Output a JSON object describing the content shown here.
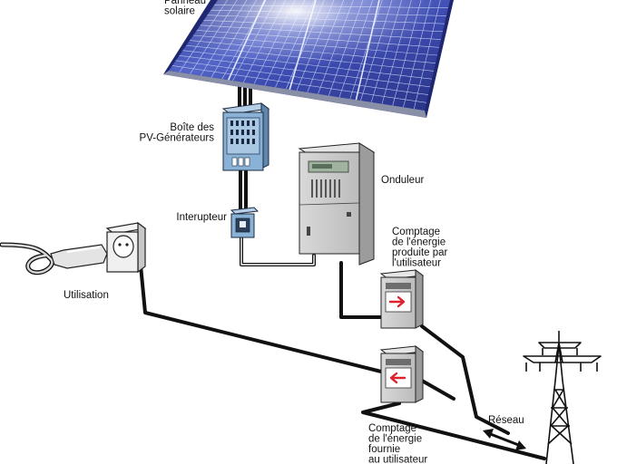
{
  "labels": {
    "solar_panel": [
      "Panneau",
      "solaire"
    ],
    "pv_box": [
      "Boîte des",
      "PV-Générateurs"
    ],
    "switch": [
      "Interupteur"
    ],
    "inverter": [
      "Onduleur"
    ],
    "meter_produced": [
      "Comptage",
      "de l'énergie",
      "produite par",
      "l'utilisateur"
    ],
    "usage": [
      "Utilisation"
    ],
    "meter_supplied": [
      "Comptage",
      "de l'énergie",
      "fournie",
      "au utilisateur"
    ],
    "grid": [
      "Réseau"
    ]
  },
  "colors": {
    "panel_blue": "#3440a8",
    "box_blue": "#8ab2d6",
    "meter_arrow": "#e0202a",
    "wire": "#111111"
  },
  "icons": [
    "solar-panel-icon",
    "junction-box-icon",
    "switch-icon",
    "inverter-icon",
    "meter-icon",
    "power-socket-icon",
    "plug-icon",
    "power-pylon-icon",
    "double-arrow-icon"
  ]
}
